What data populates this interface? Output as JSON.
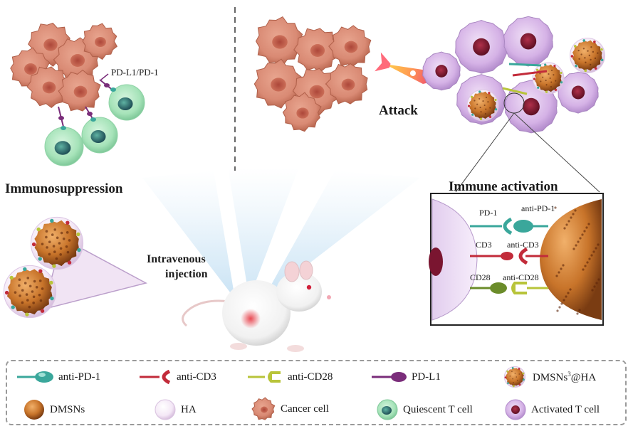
{
  "panels": {
    "immunosuppression": {
      "title": "Immunosuppression",
      "pd_label": "PD-L1/PD-1"
    },
    "attack": {
      "label": "Attack"
    },
    "immune_activation": {
      "title": "Immune activation",
      "receptors": [
        "PD-1",
        "CD3",
        "CD28"
      ],
      "antibodies": [
        "anti-PD-1",
        "anti-CD3",
        "anti-CD28"
      ]
    },
    "injection": {
      "line1": "Intravenous",
      "line2": "injection"
    }
  },
  "legend": {
    "row1": [
      "anti-PD-1",
      "anti-CD3",
      "anti-CD28",
      "PD-L1"
    ],
    "dmsns_ha_prefix": "DMSNs",
    "dmsns_ha_sup": "3",
    "dmsns_ha_suffix": "@HA",
    "row2": [
      "DMSNs",
      "HA",
      "Cancer cell",
      "Quiescent T cell",
      "Activated T cell"
    ]
  },
  "colors": {
    "cancer": "#d98a74",
    "cancer_dark": "#b5503e",
    "tcell_quiescent": "#9fe0b4",
    "tcell_activated": "#d7b6e6",
    "antipd1": "#3aa79b",
    "anticd3": "#c22b3a",
    "anticd28": "#b8c43a",
    "pdl1": "#7a2d7a",
    "dmsns": "#c8742a"
  }
}
